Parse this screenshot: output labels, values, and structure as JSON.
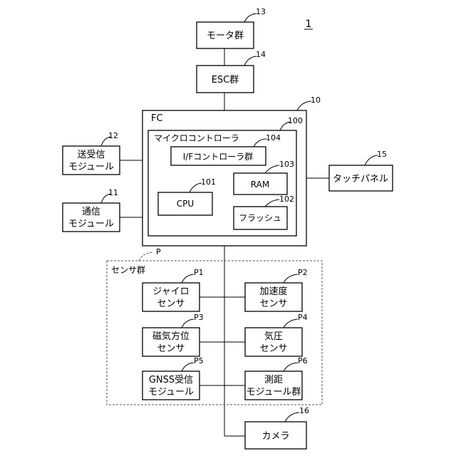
{
  "figure_number": "1",
  "nodes": {
    "motor_group": {
      "label": "モータ群",
      "ref": "13"
    },
    "esc_group": {
      "label": "ESC群",
      "ref": "14"
    },
    "fc": {
      "label": "FC",
      "ref": "10"
    },
    "microcontroller": {
      "label": "マイクロコントローラ",
      "ref": "100"
    },
    "if_controller_group": {
      "label": "I/Fコントローラ群",
      "ref": "104"
    },
    "ram": {
      "label": "RAM",
      "ref": "103"
    },
    "cpu": {
      "label": "CPU",
      "ref": "101"
    },
    "flash": {
      "label": "フラッシュ",
      "ref": "102"
    },
    "transceiver_module": {
      "label_line1": "送受信",
      "label_line2": "モジュール",
      "ref": "12"
    },
    "comm_module": {
      "label_line1": "通信",
      "label_line2": "モジュール",
      "ref": "11"
    },
    "touch_panel": {
      "label": "タッチパネル",
      "ref": "15"
    },
    "sensor_group": {
      "label": "センサ群",
      "ref": "P"
    },
    "gyro_sensor": {
      "label_line1": "ジャイロ",
      "label_line2": "センサ",
      "ref": "P1"
    },
    "accel_sensor": {
      "label_line1": "加速度",
      "label_line2": "センサ",
      "ref": "P2"
    },
    "magnetic_sensor": {
      "label_line1": "磁気方位",
      "label_line2": "センサ",
      "ref": "P3"
    },
    "pressure_sensor": {
      "label_line1": "気圧",
      "label_line2": "センサ",
      "ref": "P4"
    },
    "gnss_module": {
      "label_line1": "GNSS受信",
      "label_line2": "モジュール",
      "ref": "P5"
    },
    "ranging_module_group": {
      "label_line1": "測距",
      "label_line2": "モジュール群",
      "ref": "P6"
    },
    "camera": {
      "label": "カメラ",
      "ref": "16"
    }
  }
}
